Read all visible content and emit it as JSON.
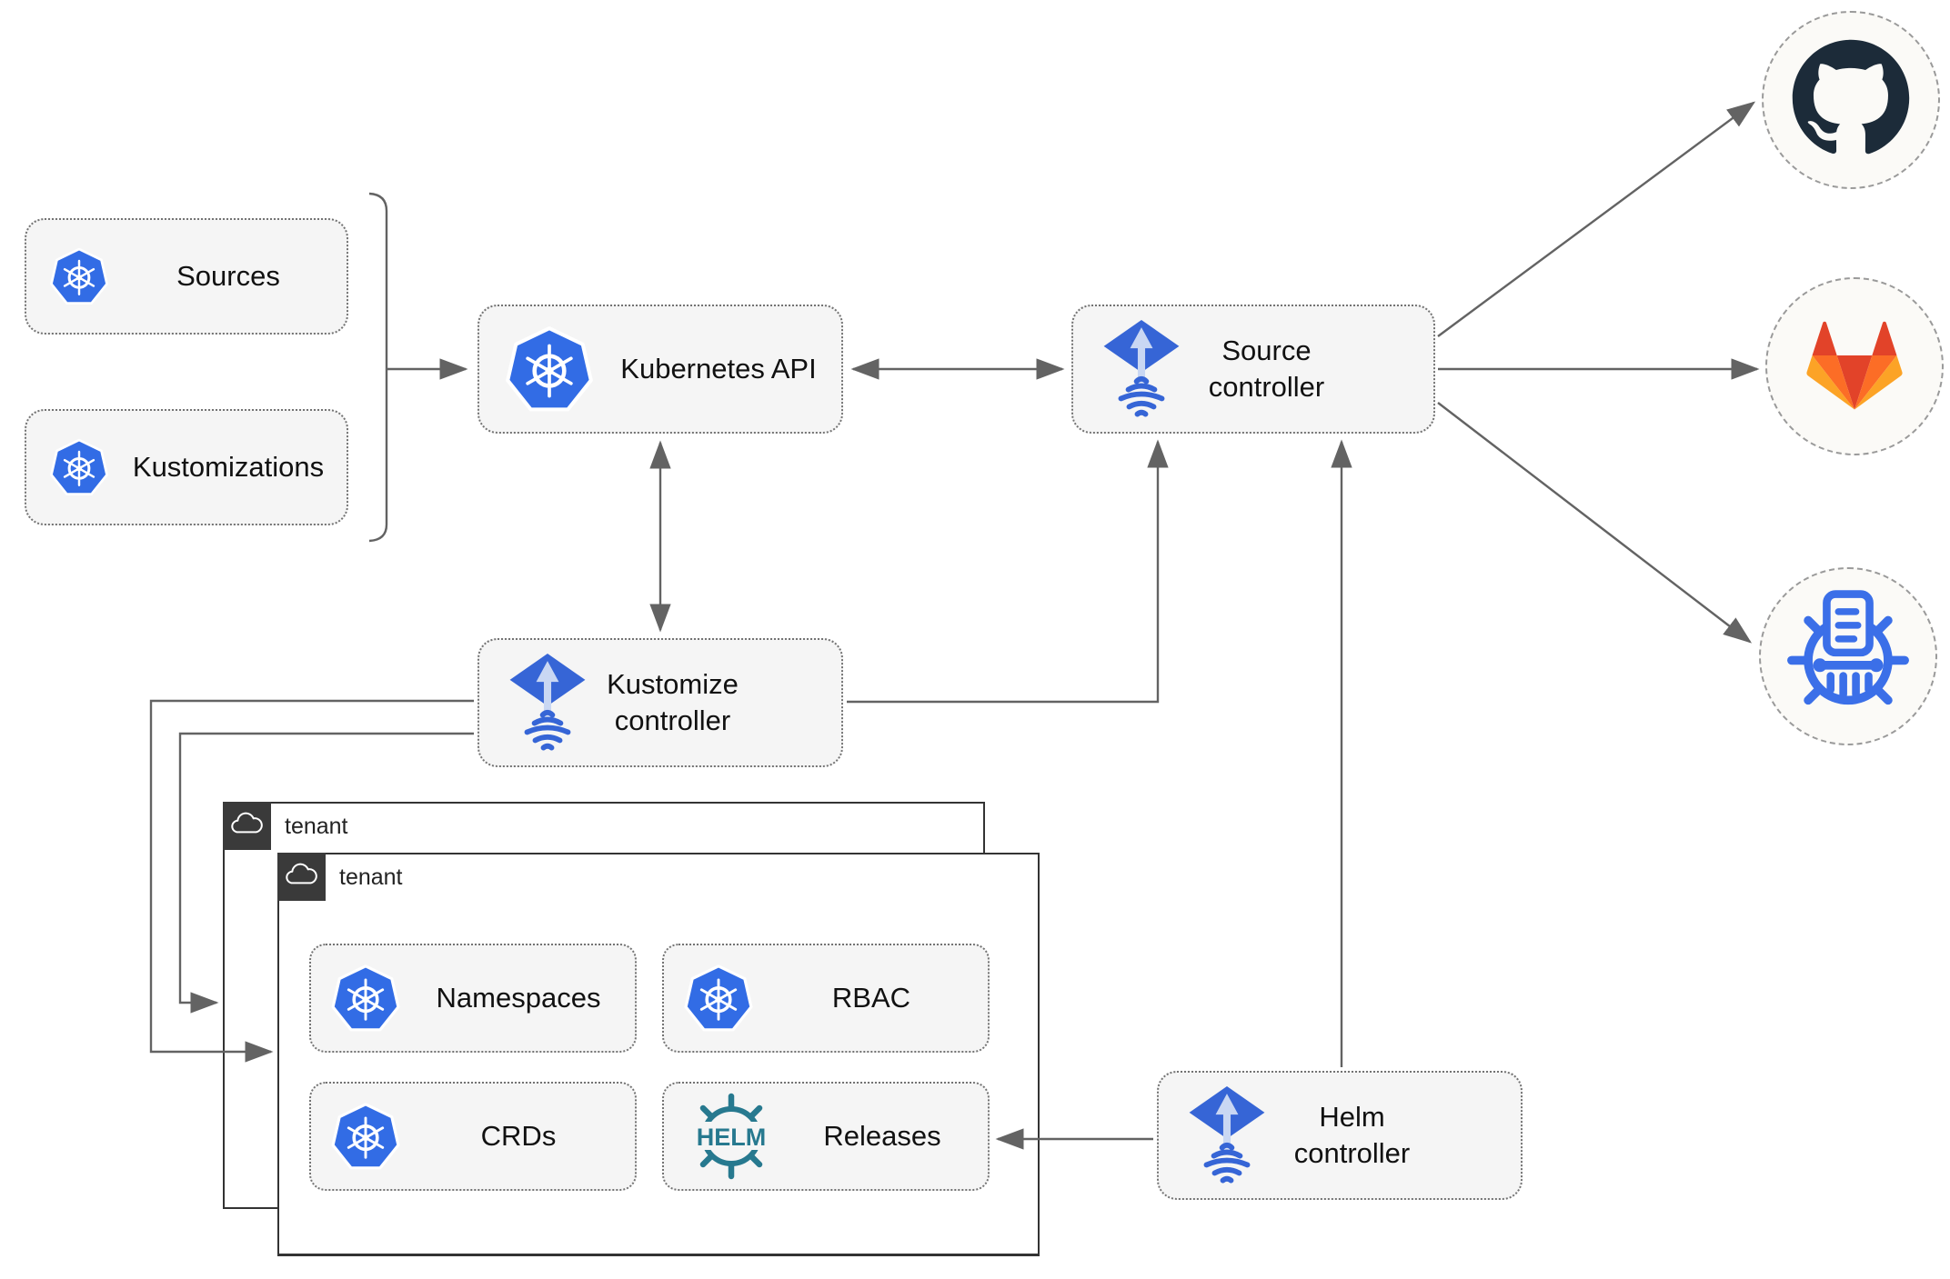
{
  "nodes": {
    "sources": {
      "label": "Sources",
      "icon": "kubernetes-icon"
    },
    "kustomizations": {
      "label": "Kustomizations",
      "icon": "kubernetes-icon"
    },
    "kubernetes_api": {
      "label": "Kubernetes API",
      "icon": "kubernetes-icon"
    },
    "source_controller": {
      "label": "Source controller",
      "icon": "flux-icon"
    },
    "kustomize_controller": {
      "label": "Kustomize controller",
      "icon": "flux-icon"
    },
    "helm_controller": {
      "label": "Helm controller",
      "icon": "flux-icon"
    },
    "namespaces": {
      "label": "Namespaces",
      "icon": "kubernetes-icon"
    },
    "rbac": {
      "label": "RBAC",
      "icon": "kubernetes-icon"
    },
    "crds": {
      "label": "CRDs",
      "icon": "kubernetes-icon"
    },
    "releases": {
      "label": "Releases",
      "icon": "helm-icon"
    }
  },
  "tenants": {
    "back": {
      "label": "tenant",
      "icon": "cloud-icon"
    },
    "front": {
      "label": "tenant",
      "icon": "cloud-icon"
    }
  },
  "externals": {
    "github": {
      "icon": "github-icon"
    },
    "gitlab": {
      "icon": "gitlab-icon"
    },
    "kustomize": {
      "icon": "kustomize-wheel-icon"
    }
  },
  "icons": {
    "helm_text": "HELM"
  },
  "colors": {
    "kubernetes_blue": "#326CE5",
    "flux_blue": "#3665D6",
    "flux_arrow_light": "#C9D7F3",
    "helm_teal": "#27798F",
    "github_dark": "#1C2B39",
    "gitlab_red_orange": "#E24329",
    "gitlab_orange": "#FC6D26",
    "gitlab_yellow": "#FCA326",
    "edge_gray": "#636363",
    "node_fill": "#F5F5F5",
    "tenant_header": "#3A3A3A"
  }
}
